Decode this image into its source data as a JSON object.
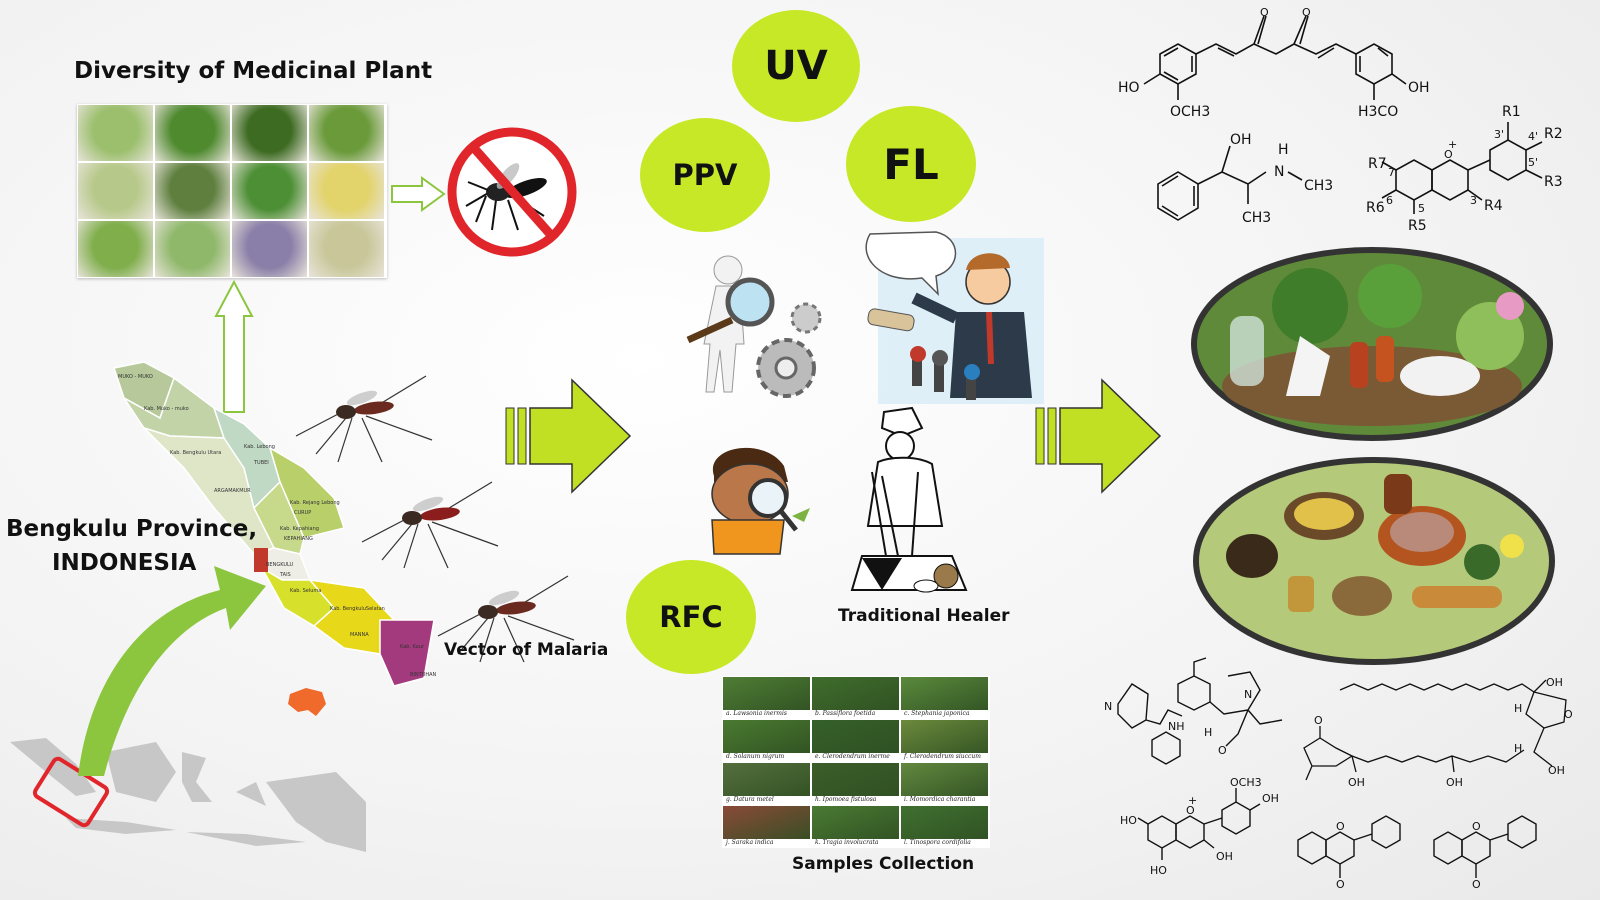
{
  "plants": {
    "title": "Diversity of Medicinal Plant",
    "tiles": [
      {
        "color": "#9bbf6c"
      },
      {
        "color": "#4f8a2f"
      },
      {
        "color": "#3d6b22"
      },
      {
        "color": "#6a9a3a"
      },
      {
        "color": "#b7c98a"
      },
      {
        "color": "#5e7f3e"
      },
      {
        "color": "#4d8f35"
      },
      {
        "color": "#e2d36a"
      },
      {
        "color": "#7fae4b"
      },
      {
        "color": "#8fb86a"
      },
      {
        "color": "#8a7fa8"
      },
      {
        "color": "#c9c79a"
      }
    ]
  },
  "province": {
    "label_line1": "Bengkulu Province,",
    "label_line2": "INDONESIA",
    "districts": [
      "MUKO - MUKO",
      "Kab. Muko - muko",
      "Kab. Bengkulu Utara",
      "ARGAMAKMUR",
      "Kab. Lebong",
      "TUBEI",
      "Kab. Rejang Lebong",
      "CURUP",
      "Kab. Kepahiang",
      "KEPAHIANG",
      "BENGKULU",
      "TAIS",
      "Kab. Seluma",
      "Kab. BengkuluSelatan",
      "MANNA",
      "Kab. Kaur",
      "BINTUHAN"
    ]
  },
  "malaria": {
    "vector_label": "Vector of Malaria"
  },
  "methods": {
    "uv": "UV",
    "ppv": "PPV",
    "fl": "FL",
    "rfc": "RFC",
    "bubble_color": "#c7e826"
  },
  "healer": {
    "label": "Traditional Healer"
  },
  "samples": {
    "title": "Samples Collection",
    "cells": [
      {
        "label": "a.  Lawsonia inermis",
        "color": "#4e7d34"
      },
      {
        "label": "b.  Passiflora foetida",
        "color": "#3f6d2c"
      },
      {
        "label": "c.  Stephania japonica",
        "color": "#5a8a3c"
      },
      {
        "label": "d.  Solanum nigrum",
        "color": "#4a7a30"
      },
      {
        "label": "e.  Clerodendrum inerme",
        "color": "#35602a"
      },
      {
        "label": "f.  Clerodendrum siuccum",
        "color": "#6b8a3c"
      },
      {
        "label": "g.  Datura metel",
        "color": "#556f3e"
      },
      {
        "label": "h.  Ipomoea fistulosa",
        "color": "#3b5e2a"
      },
      {
        "label": "i.  Momordica charantia",
        "color": "#62883f"
      },
      {
        "label": "j.  Saraka indica",
        "color": "#8a4a38"
      },
      {
        "label": "k.  Tragia involucrata",
        "color": "#4a7a33"
      },
      {
        "label": "l.  Tinospora cordifolia",
        "color": "#3f7030"
      }
    ]
  },
  "arrows": {
    "color": "#c2e023",
    "green_curve": "#8cc63f"
  },
  "chemistry": {
    "curcumin": {
      "ho_left": "HO",
      "och3": "OCH3",
      "h3co": "H3CO",
      "oh_right": "OH"
    },
    "ephedrine": {
      "oh": "OH",
      "h": "H",
      "n": "N",
      "ch3_n": "CH3",
      "ch3": "CH3"
    },
    "anthocyanidin": {
      "r1": "R1",
      "r2": "R2",
      "r3": "R3",
      "r4": "R4",
      "r5": "R5",
      "r6": "R6",
      "r7": "R7",
      "plus": "+",
      "n3p": "3'",
      "n4p": "4'",
      "n5p": "5'",
      "n3": "3",
      "n5": "5",
      "n6": "6",
      "n7": "7"
    },
    "alkaloid": {
      "n1": "N",
      "nh1": "NH",
      "n2": "N",
      "h": "H",
      "o": "O"
    },
    "acetogenin": {
      "oh_top": "OH",
      "h1": "H",
      "h2": "H",
      "oh_right": "OH",
      "oh1": "OH",
      "oh2": "OH",
      "o1": "O",
      "o2": "O"
    },
    "peonidin": {
      "och3": "OCH3",
      "oh": "OH",
      "ho": "HO",
      "oh2": "OH",
      "ho_bottom": "HO",
      "plus": "+"
    },
    "flavone1": {
      "o": "O"
    },
    "flavone2": {
      "o": "O"
    }
  }
}
